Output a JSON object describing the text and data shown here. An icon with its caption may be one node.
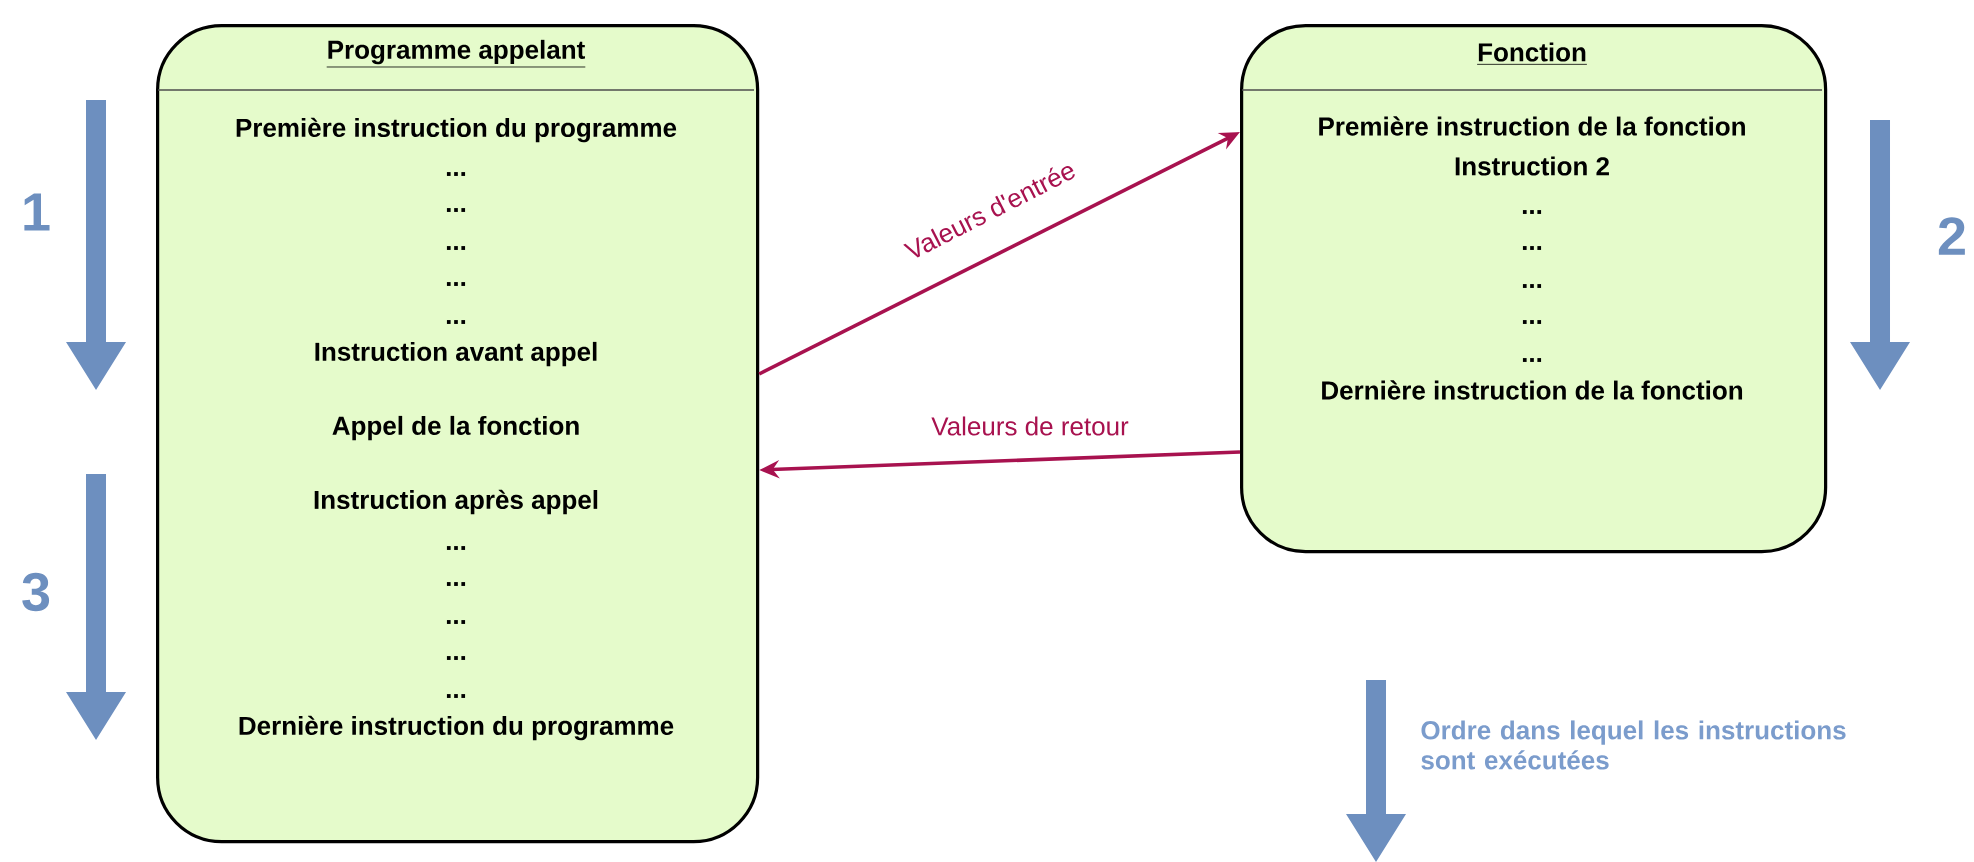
{
  "diagram": {
    "nodes": [
      {
        "text": [
          "Programme appelant",
          "Première instruction du programme",
          "...",
          "...",
          "...",
          "...",
          "...",
          "Instruction avant appel",
          "Appel de la fonction",
          "Instruction après appel",
          "...",
          "...",
          "...",
          "...",
          "...",
          "Dernière instruction du programme"
        ]
      },
      {
        "text": [
          "Fonction",
          "Première instruction de la fonction",
          "Instruction 2",
          "...",
          "...",
          "...",
          "...",
          "...",
          "Dernière instruction de la fonction"
        ]
      }
    ],
    "edges": [
      {
        "from": 0,
        "to": 1,
        "arrow": "to",
        "label": "Valeurs d'entrée"
      },
      {
        "from": 1,
        "to": 0,
        "arrow": "to",
        "label": "Valeurs de retour"
      }
    ],
    "labels": [
      "1",
      "2",
      "3"
    ],
    "legend": [
      {
        "text": "Ordre dans lequel les instructions sont exécutées"
      }
    ]
  }
}
